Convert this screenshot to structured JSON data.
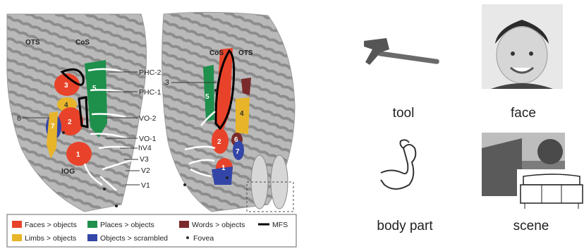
{
  "left_panel": {
    "sulcus_labels": [
      "OTS",
      "CoS",
      "CoS",
      "OTS"
    ],
    "roi_labels": [
      "PHC-2",
      "PHC-1",
      "VO-2",
      "VO-1",
      "hV4",
      "V3",
      "V2",
      "V1",
      "IOG",
      "6",
      "3"
    ],
    "region_numbers": [
      "3",
      "5",
      "4",
      "2",
      "7",
      "1",
      "5",
      "4",
      "2",
      "6",
      "7",
      "1"
    ],
    "legend": [
      {
        "label": "Faces > objects",
        "color": "#e8432a"
      },
      {
        "label": "Places > objects",
        "color": "#1f8f4c"
      },
      {
        "label": "Words > objects",
        "color": "#7a2a2a"
      },
      {
        "label": "MFS",
        "color": "#000000"
      },
      {
        "label": "Limbs > objects",
        "color": "#e8b52a"
      },
      {
        "label": "Objects > scrambled",
        "color": "#3346a8"
      },
      {
        "label": "Fovea",
        "color": "#333333"
      }
    ]
  },
  "categories": [
    {
      "label": "tool",
      "icon": "hammer-icon"
    },
    {
      "label": "face",
      "icon": "child-face-photo"
    },
    {
      "label": "body part",
      "icon": "flexed-arm-icon"
    },
    {
      "label": "scene",
      "icon": "sofa-scene-photo"
    }
  ]
}
